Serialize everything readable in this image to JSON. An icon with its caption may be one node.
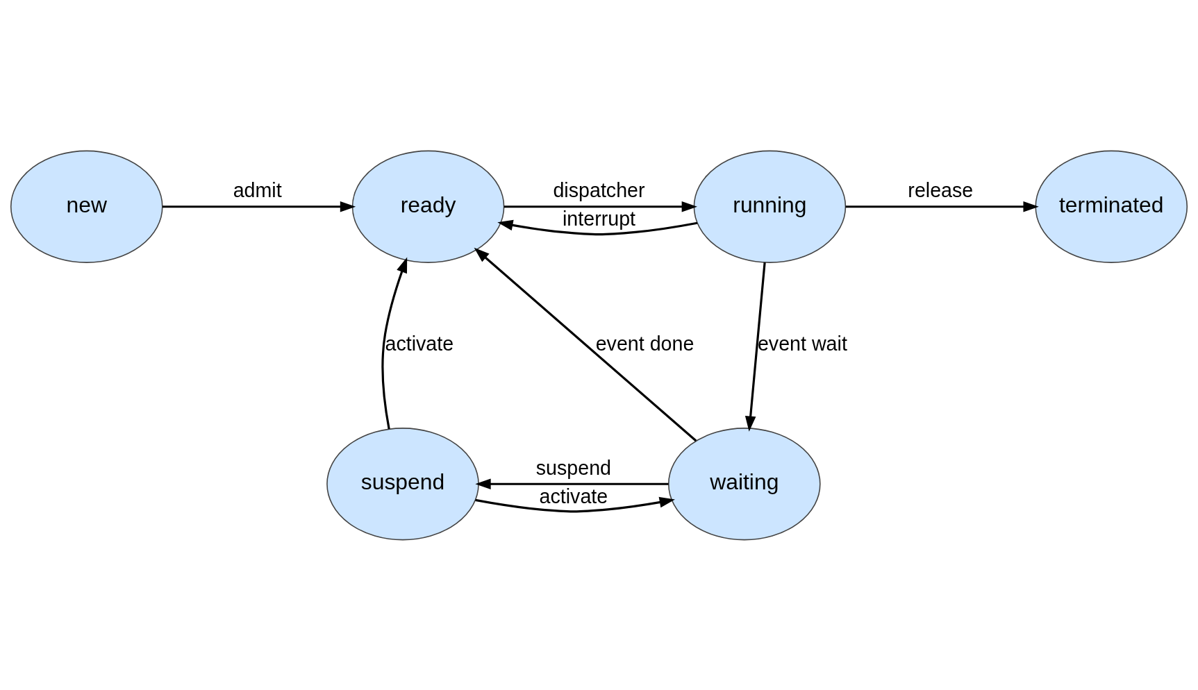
{
  "diagram": {
    "nodes": [
      {
        "text": [
          "new"
        ]
      },
      {
        "text": [
          "ready"
        ]
      },
      {
        "text": [
          "running"
        ]
      },
      {
        "text": [
          "terminated"
        ]
      },
      {
        "text": [
          "suspend"
        ]
      },
      {
        "text": [
          "waiting"
        ]
      }
    ],
    "edges": [
      {
        "from": 0,
        "to": 1,
        "arrow": "to",
        "label": "admit"
      },
      {
        "from": 1,
        "to": 2,
        "arrow": "to",
        "label": "dispatcher"
      },
      {
        "from": 2,
        "to": 1,
        "arrow": "to",
        "label": "interrupt"
      },
      {
        "from": 2,
        "to": 3,
        "arrow": "to",
        "label": "release"
      },
      {
        "from": 2,
        "to": 5,
        "arrow": "to",
        "label": "event wait"
      },
      {
        "from": 5,
        "to": 1,
        "arrow": "to",
        "label": "event done"
      },
      {
        "from": 4,
        "to": 1,
        "arrow": "to",
        "label": "activate"
      },
      {
        "from": 4,
        "to": 5,
        "arrow": "to",
        "label": "activate"
      },
      {
        "from": 5,
        "to": 4,
        "arrow": "to",
        "label": "suspend"
      }
    ]
  }
}
